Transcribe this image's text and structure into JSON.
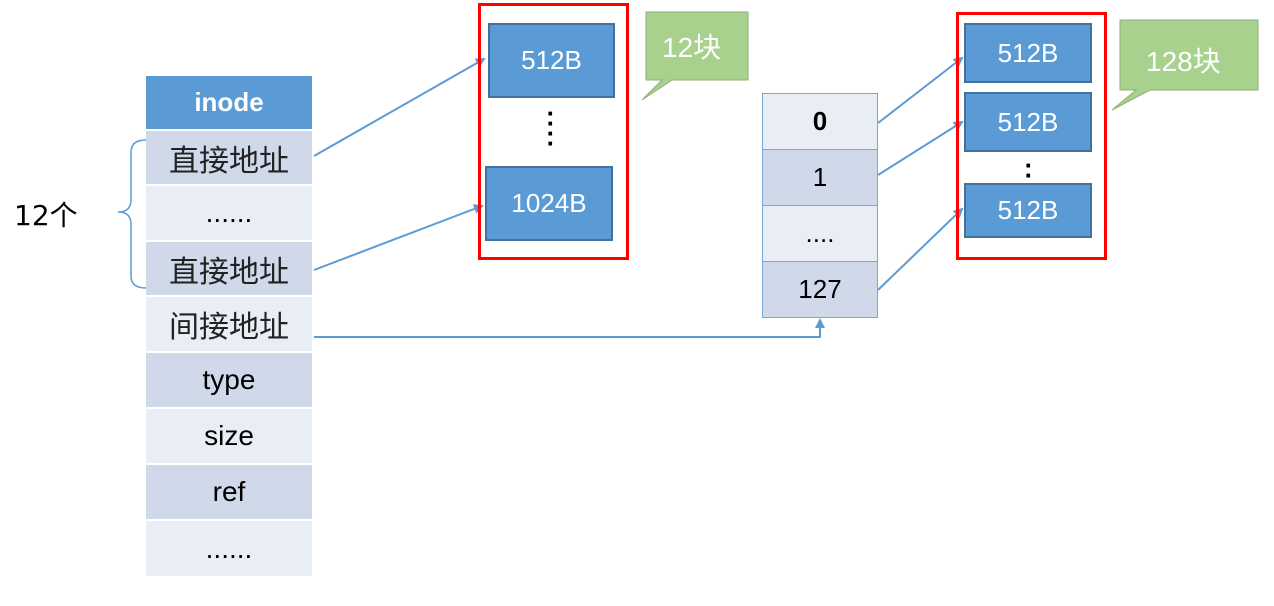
{
  "inode_table": {
    "header": "inode",
    "rows": [
      "直接地址",
      "......",
      "直接地址",
      "间接地址",
      "type",
      "size",
      "ref",
      "......"
    ]
  },
  "direct_group_label": "12个",
  "direct_blocks": {
    "top": "512B",
    "bottom": "1024B",
    "callout": "12块"
  },
  "indirect_index": {
    "cells": [
      "0",
      "1",
      "....",
      "127"
    ]
  },
  "indirect_blocks": {
    "items": [
      "512B",
      "512B",
      "512B"
    ],
    "callout": "128块"
  },
  "colors": {
    "header_blue": "#5b9bd5",
    "row_dark": "#cfd9ea",
    "row_light": "#e9edf5",
    "block_blue": "#5b9bd5",
    "highlight_red": "#ff0000",
    "callout_green": "#a9d18e",
    "arrow": "#5b9bd5"
  }
}
